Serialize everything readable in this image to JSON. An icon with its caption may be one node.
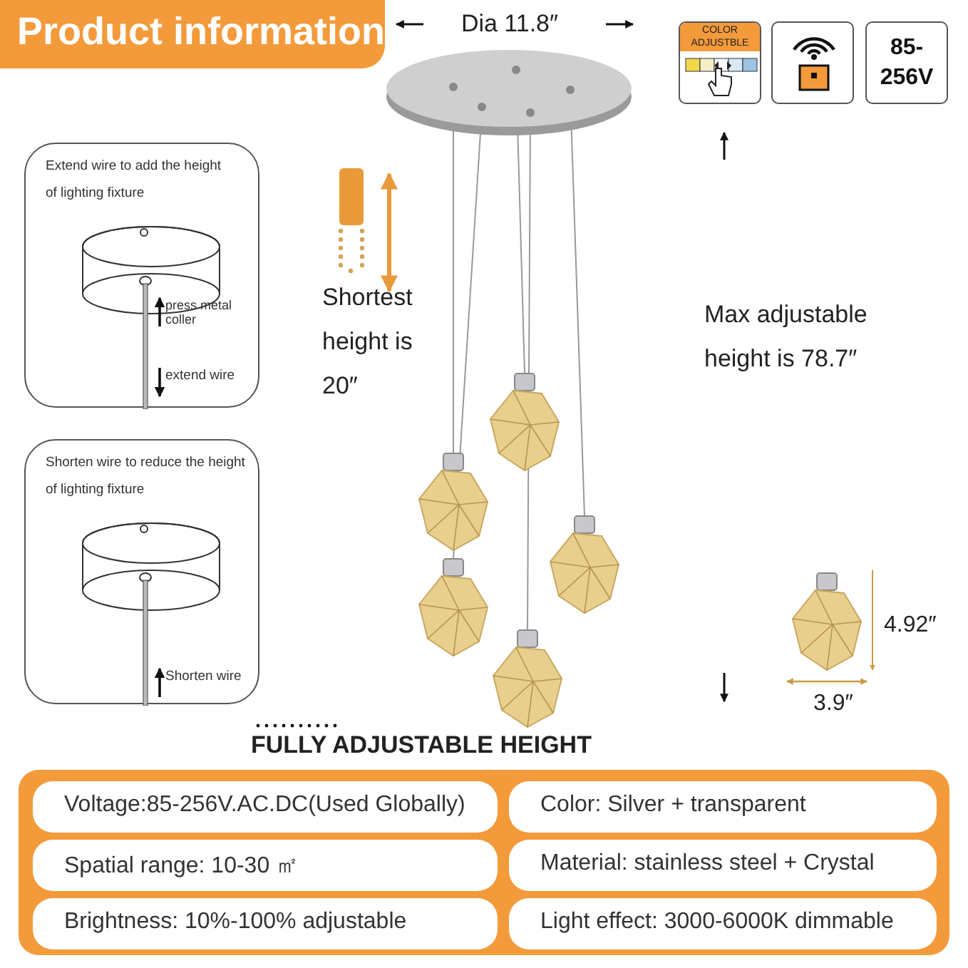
{
  "diagram": {
    "title": "Product information",
    "nodes": [
      {
        "text": [
          "Extend wire to add the height of lighting fixture",
          "press metal coller",
          "extend wire"
        ]
      },
      {
        "text": [
          "Shorten wire to reduce the height of lighting fixture",
          "Shorten wire"
        ]
      },
      {
        "text": [
          "COLOR ADJUSTBLE"
        ]
      },
      {
        "text": [],
        "shape": "box"
      },
      {
        "text": [
          "85- 256V"
        ]
      },
      {
        "text": [],
        "shape": "box"
      },
      {
        "text": [
          "Voltage:85-256V.AC.DC(Used Globally)"
        ],
        "in": 5
      },
      {
        "text": [
          "Color: Silver + transparent"
        ],
        "in": 5
      },
      {
        "text": [
          "Spatial range: 10-30 ㎡"
        ],
        "in": 5
      },
      {
        "text": [
          "Material: stainless steel + Crystal"
        ],
        "in": 5
      },
      {
        "text": [
          "Brightness: 10%-100% adjustable"
        ],
        "in": 5
      },
      {
        "text": [
          "Light effect: 3000-6000K dimmable"
        ],
        "in": 5
      }
    ],
    "labels": [
      "Dia 11.8″",
      "Shortest height is 20″",
      "Max adjustable height is 78.7″",
      "4.92″",
      "3.9″",
      "FULLY ADJUSTABLE HEIGHT"
    ]
  }
}
